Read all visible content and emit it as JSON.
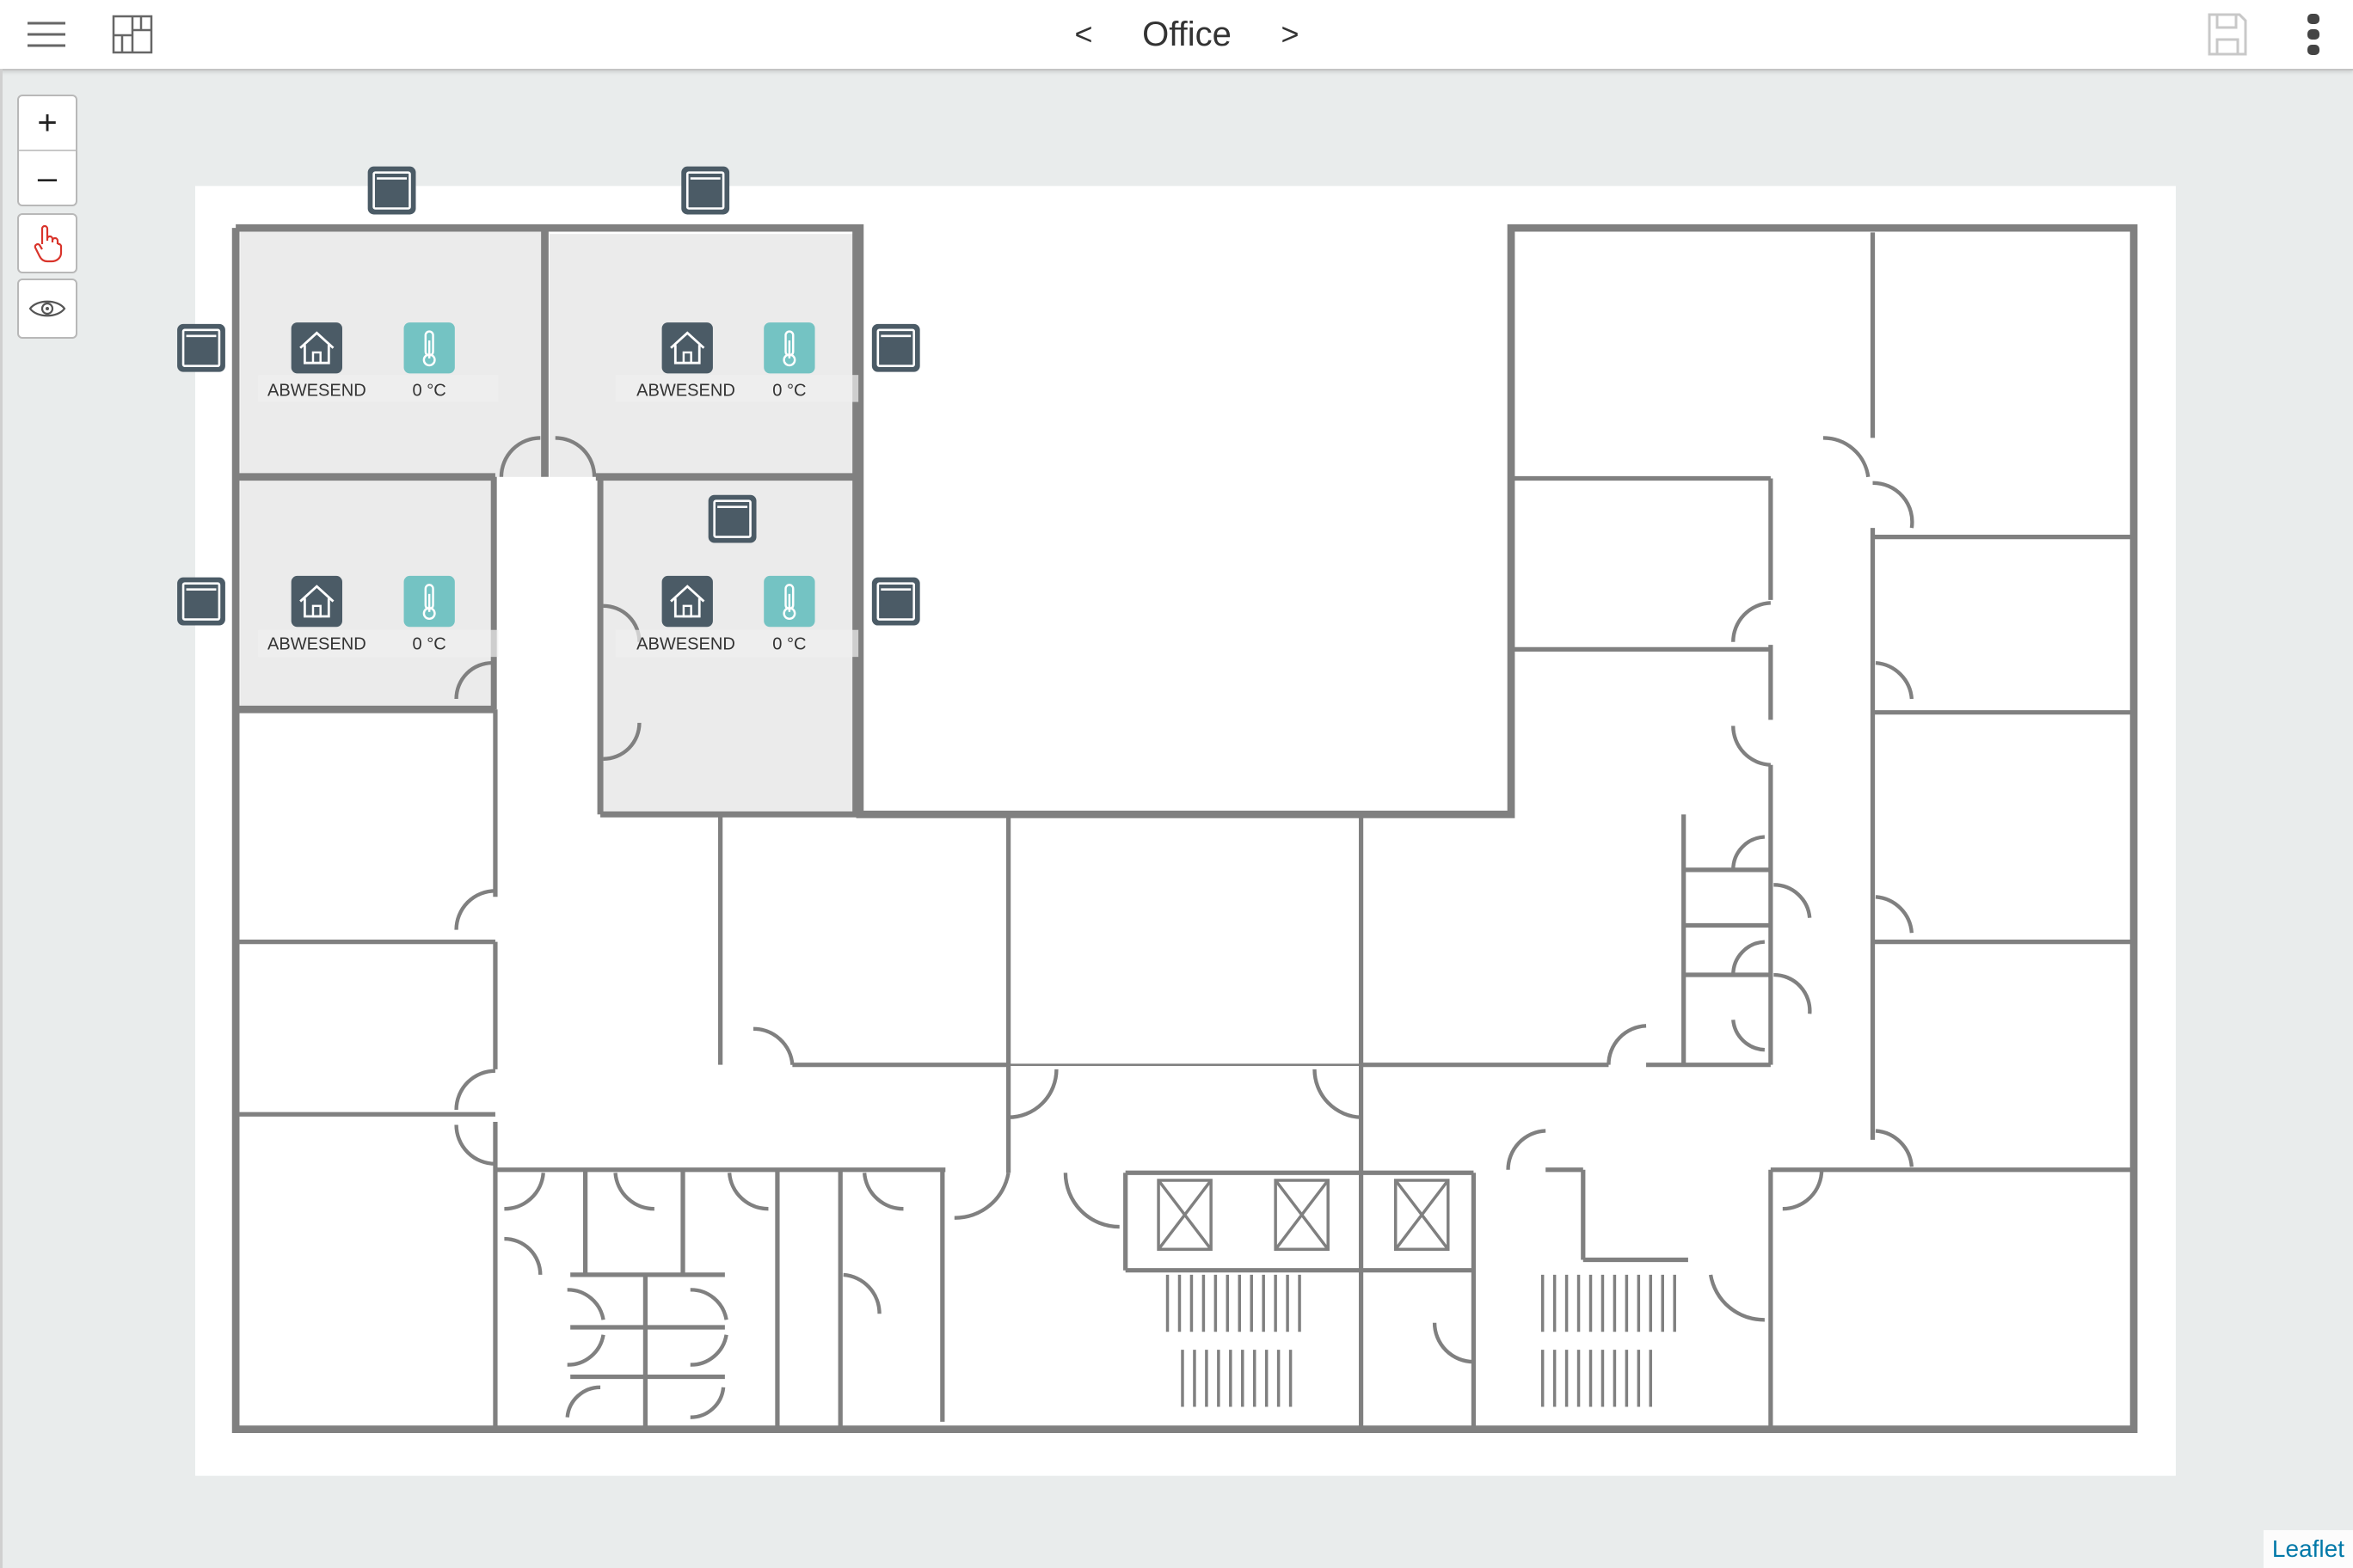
{
  "header": {
    "title": "Office",
    "prev": "<",
    "next": ">"
  },
  "zoom": {
    "in": "+",
    "out": "–"
  },
  "rooms": [
    {
      "status": "ABWESEND",
      "temperature": "0 °C"
    },
    {
      "status": "ABWESEND",
      "temperature": "0 °C"
    },
    {
      "status": "ABWESEND",
      "temperature": "0 °C"
    },
    {
      "status": "ABWESEND",
      "temperature": "0 °C"
    }
  ],
  "attribution": "Leaflet",
  "colors": {
    "accent": "#74c3c3",
    "device_dark": "#4b5b66",
    "wall": "#808080",
    "room_fill": "#ebebeb",
    "pointer_red": "#d9342b"
  }
}
